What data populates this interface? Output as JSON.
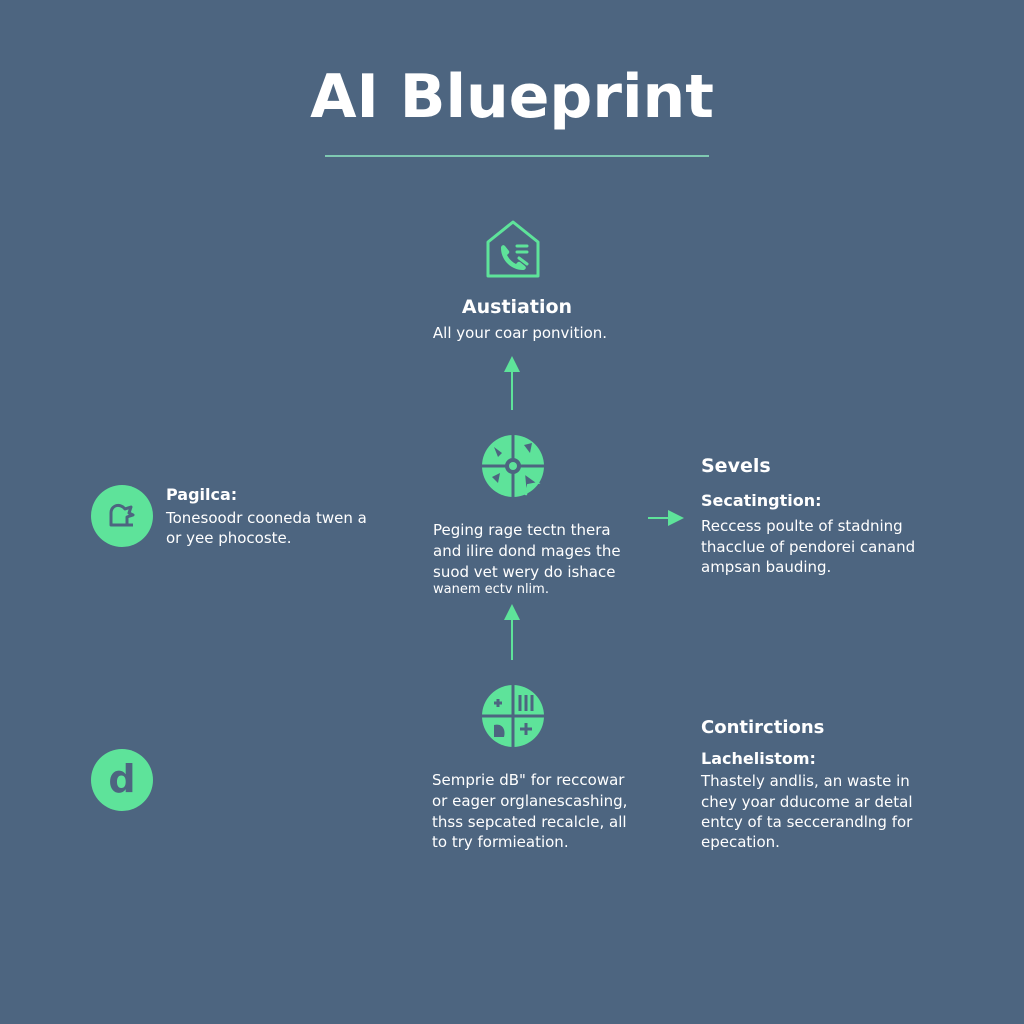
{
  "title": "AI Blueprint",
  "colors": {
    "background": "#4d6580",
    "accent": "#5ee39a",
    "rule": "#7fc9b2",
    "text": "#ffffff"
  },
  "top_node": {
    "icon": "house-phone-icon",
    "heading": "Austiation",
    "lines": [
      "All your coar ponvition."
    ]
  },
  "center_node": {
    "icon": "pie-compass-icon",
    "lines": [
      "Peging rage tectn thera",
      "and ilire dond mages the",
      "suod vet wery do ishace",
      "wanem ectv nlim."
    ]
  },
  "bottom_node": {
    "icon": "grid-tools-icon",
    "lines": [
      "Semprie dB\" for reccowar",
      "or eager orglanescashing,",
      "thss sepcated recalcle, all",
      "to try formieation."
    ]
  },
  "left_top_node": {
    "icon": "bird-icon",
    "heading": "Pagilca:",
    "lines": [
      "Tonesoodr cooneda twen a",
      "or yee phocoste."
    ]
  },
  "left_bottom_node": {
    "icon": "letter-d-icon",
    "glyph": "d"
  },
  "right_top_node": {
    "heading": "Sevels",
    "subheading": "Secatingtion:",
    "lines": [
      "Reccess poulte of stadning",
      "thacclue of pendorei canand",
      "ampsan bauding."
    ]
  },
  "right_bottom_node": {
    "heading": "Contirctions",
    "subheading": "Lachelistom:",
    "lines": [
      "Thastely andlis, an waste in",
      "chey yoar dducome ar detal",
      "entcy of ta seccerandlng for",
      "epecation."
    ]
  }
}
